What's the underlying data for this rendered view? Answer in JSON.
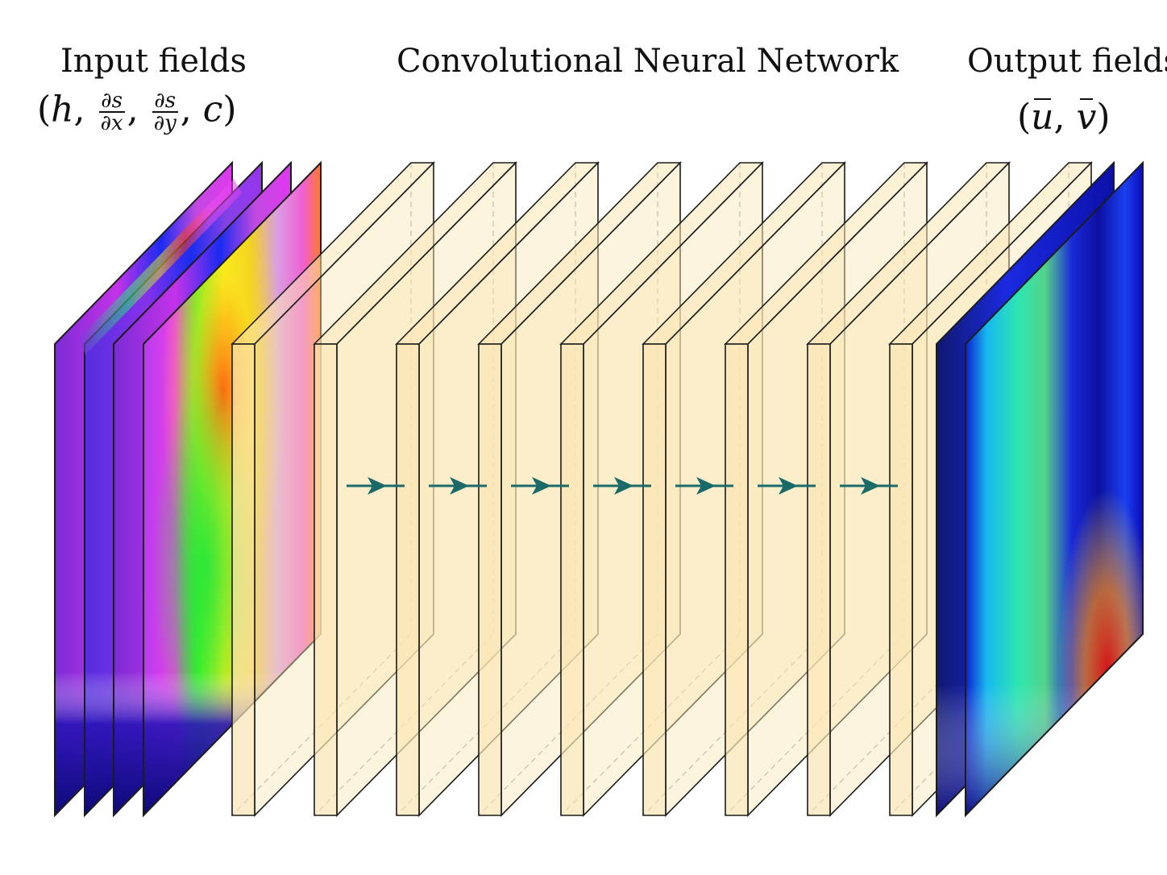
{
  "titles": {
    "input": "Input fields",
    "cnn": "Convolutional Neural Network",
    "output": "Output fields"
  },
  "input_math": {
    "open": "(",
    "h": "h",
    "comma": ",",
    "frac1_num": "∂s",
    "frac1_den": "∂x",
    "frac2_num": "∂s",
    "frac2_den": "∂y",
    "c": "c",
    "close": ")"
  },
  "output_math": {
    "open": "(",
    "u": "u",
    "comma": ",",
    "v": "v",
    "close": ")"
  },
  "colors": {
    "layer_fill": "#fbe6b4",
    "layer_stroke": "#1c1c1c",
    "arrow": "#1a6a6a"
  },
  "network": {
    "input_panels": 4,
    "cnn_layers": 9,
    "arrows": 7,
    "output_panels": 2
  }
}
